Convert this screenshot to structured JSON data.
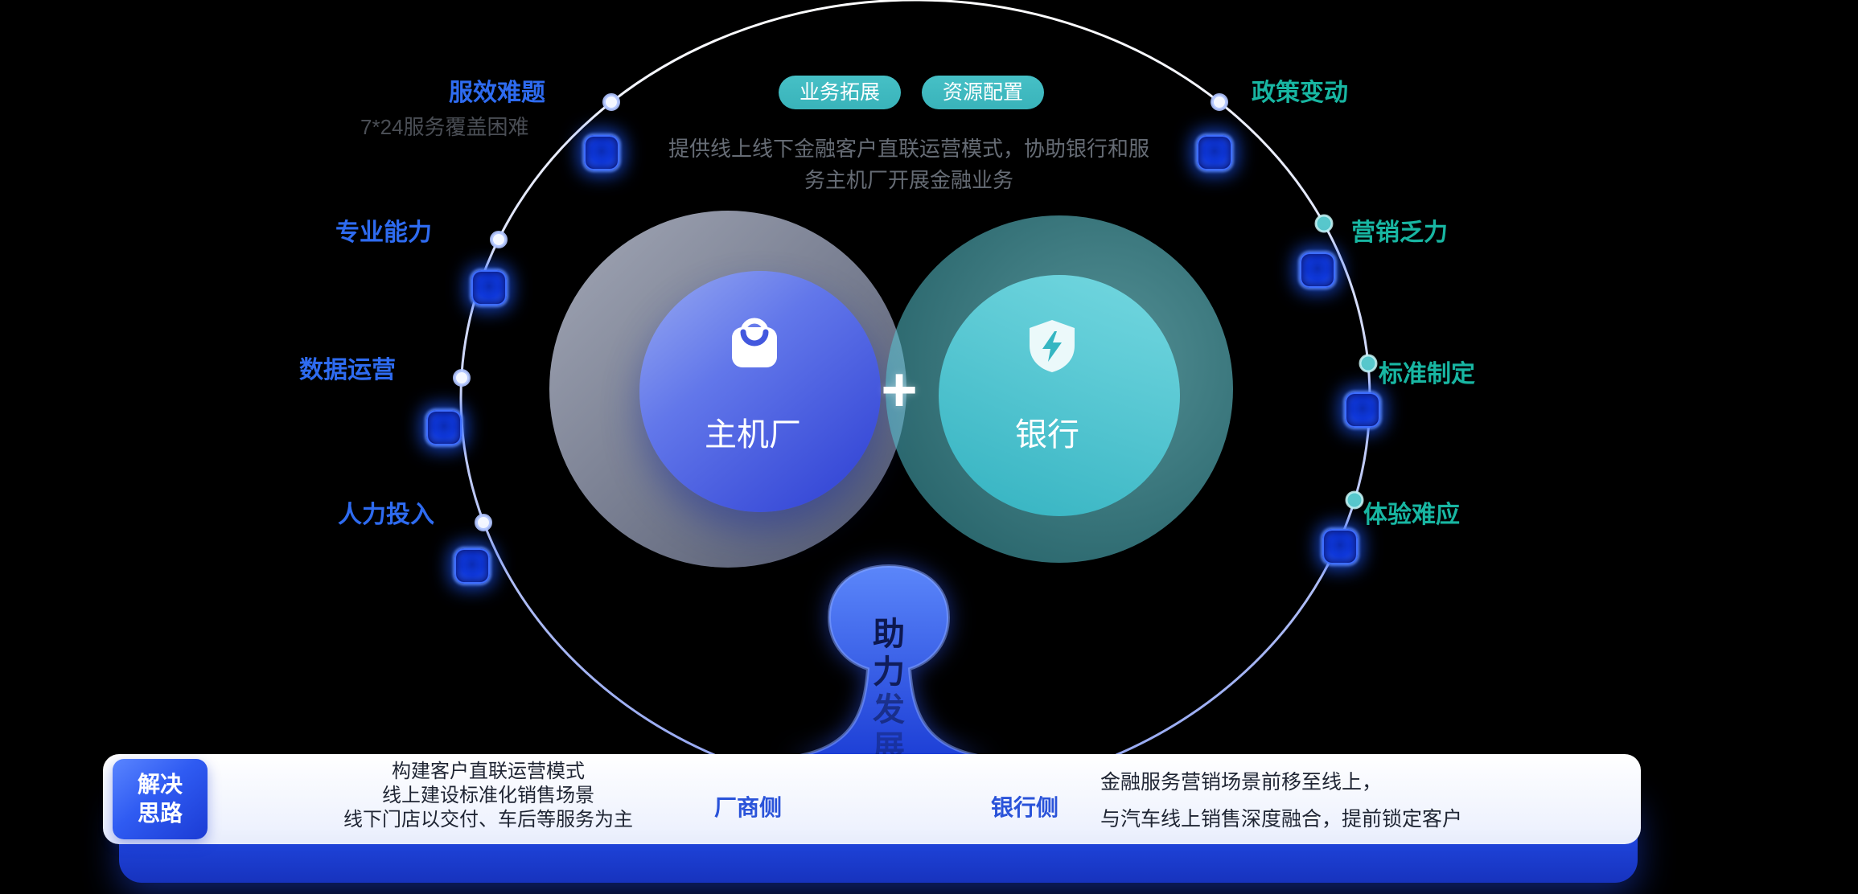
{
  "colors": {
    "blue": "#2e6bf0",
    "teal": "#18b6a2",
    "pill": "#39b3ba",
    "bar_blue": "#2c55ee"
  },
  "header": {
    "pills": [
      {
        "label": "业务拓展"
      },
      {
        "label": "资源配置"
      }
    ],
    "description_lines": [
      "提供线上线下金融客户直联运营模式，协助银行和服",
      "务主机厂开展金融业务"
    ]
  },
  "left_items": [
    {
      "label": "服效难题",
      "sub": "7*24服务覆盖困难"
    },
    {
      "label": "专业能力"
    },
    {
      "label": "数据运营"
    },
    {
      "label": "人力投入"
    }
  ],
  "right_items": [
    {
      "label": "政策变动"
    },
    {
      "label": "营销乏力"
    },
    {
      "label": "标准制定"
    },
    {
      "label": "体验难应"
    }
  ],
  "venn": {
    "left_label": "主机厂",
    "right_label": "银行",
    "plus": "+"
  },
  "icons": {
    "left_circle": "shopping-bag",
    "right_circle": "shield-lightning"
  },
  "tree": {
    "chars": [
      "助",
      "力",
      "发",
      "展"
    ]
  },
  "solution_bar": {
    "badge_lines": [
      "解决",
      "思路"
    ],
    "maker_text_lines": [
      "构建客户直联运营模式",
      "线上建设标准化销售场景",
      "线下门店以交付、车后等服务为主"
    ],
    "maker_side_label": "厂商侧",
    "bank_side_label": "银行侧",
    "bank_text_lines": [
      "金融服务营销场景前移至线上，",
      "与汽车线上销售深度融合，提前锁定客户"
    ]
  }
}
